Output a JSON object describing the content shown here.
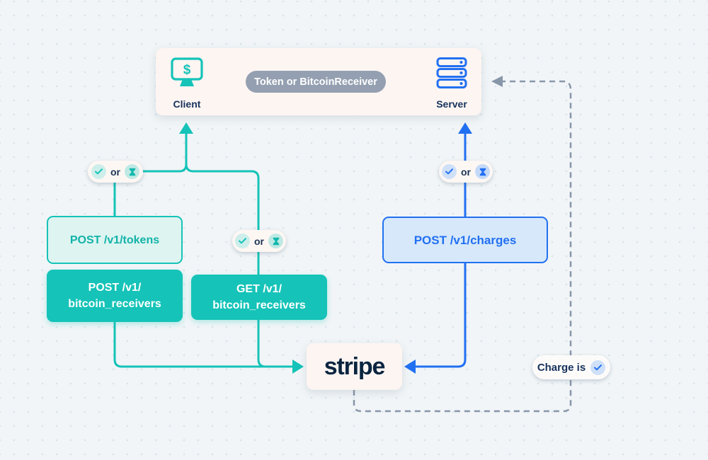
{
  "colors": {
    "teal": "#15c3b8",
    "teal_light_bg": "#ddf4f1",
    "blue": "#2270f2",
    "blue_light_bg": "#d6e8fa",
    "navy_text": "#16325c",
    "gray_pill": "#94a0b1",
    "dashed_gray": "#8896a9",
    "cream_box_bg": "#fdf5f2"
  },
  "top_box": {
    "client_label": "Client",
    "server_label": "Server",
    "token_pill_label": "Token or BitcoinReceiver"
  },
  "or_pill": {
    "or_label": "or"
  },
  "boxes": {
    "tokens": "POST /v1/tokens",
    "post_receivers_line1": "POST /v1/",
    "post_receivers_line2": "bitcoin_receivers",
    "get_receivers_line1": "GET /v1/",
    "get_receivers_line2": "bitcoin_receivers",
    "charges": "POST /v1/charges",
    "stripe_logo": "stripe"
  },
  "charge_pill": {
    "label": "Charge is"
  }
}
